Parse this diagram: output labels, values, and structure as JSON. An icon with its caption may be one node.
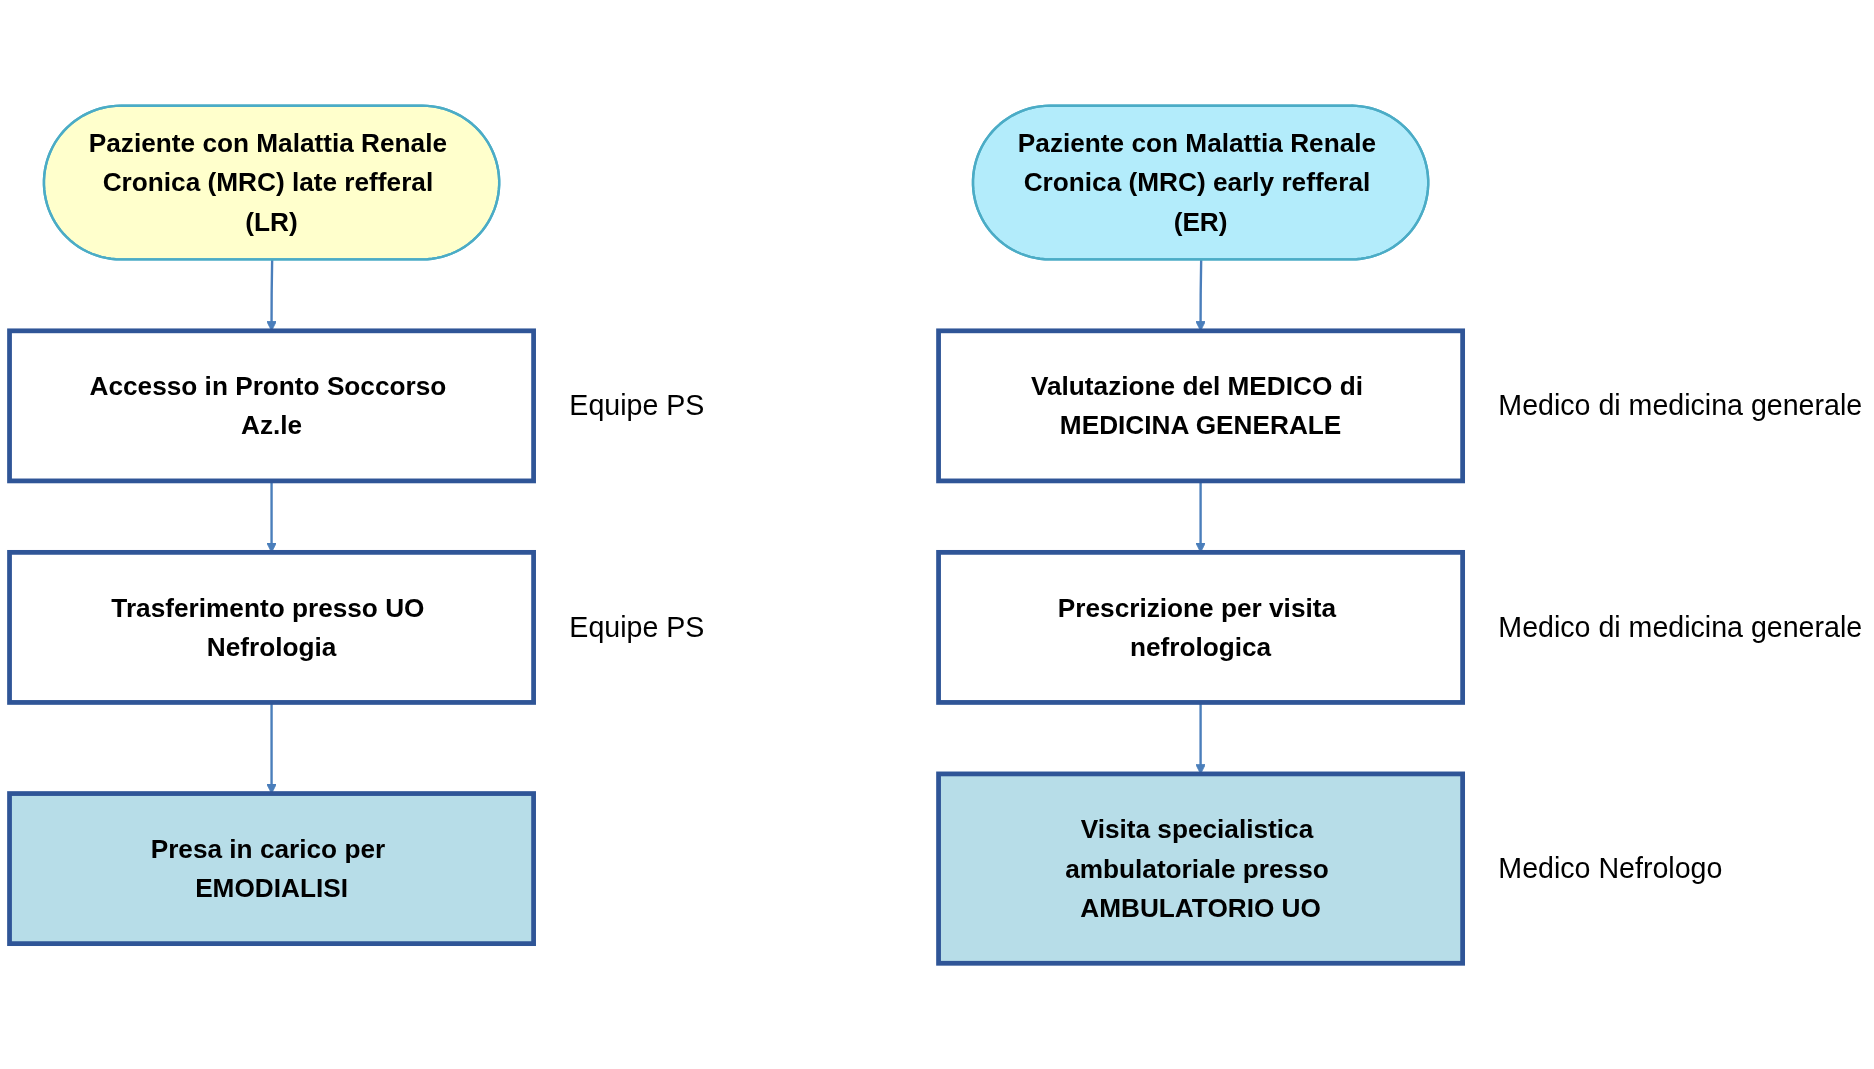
{
  "diagram": {
    "nodes": [
      {
        "text": [
          "Paziente con Malattia Renale Cronica (MRC) late refferal (LR)"
        ]
      },
      {
        "text": [
          "Accesso in Pronto Soccorso Az.le"
        ],
        "beside": [
          "Equipe PS"
        ]
      },
      {
        "text": [
          "Trasferimento presso UO Nefrologia"
        ],
        "beside": [
          "Equipe PS"
        ]
      },
      {
        "text": [
          "Presa in carico per EMODIALISI"
        ]
      },
      {
        "text": [
          "Paziente con Malattia Renale Cronica (MRC) early refferal (ER)"
        ]
      },
      {
        "text": [
          "Valutazione del MEDICO di MEDICINA GENERALE"
        ],
        "beside": [
          "Medico di medicina generale"
        ]
      },
      {
        "text": [
          "Prescrizione per visita nefrologica"
        ],
        "beside": [
          "Medico di medicina generale"
        ]
      },
      {
        "text": [
          "Visita specialistica ambulatoriale presso AMBULATORIO UO"
        ],
        "beside": [
          "Medico Nefrologo"
        ]
      }
    ],
    "edges": [
      {
        "from": 0,
        "to": 1,
        "arrow": "to"
      },
      {
        "from": 1,
        "to": 2,
        "arrow": "to"
      },
      {
        "from": 2,
        "to": 3,
        "arrow": "to"
      },
      {
        "from": 4,
        "to": 5,
        "arrow": "to"
      },
      {
        "from": 5,
        "to": 6,
        "arrow": "to"
      },
      {
        "from": 6,
        "to": 7,
        "arrow": "to"
      }
    ]
  }
}
